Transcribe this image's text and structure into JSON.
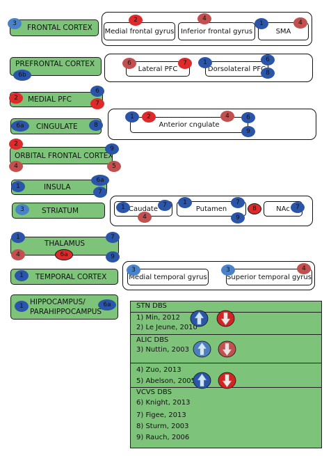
{
  "regions": {
    "frontal_cortex": "FRONTAL CORTEX",
    "prefrontal_cortex": "PREFRONTAL CORTEX",
    "medial_pfc": "MEDIAL PFC",
    "cingulate": "CINGULATE",
    "orbital_frontal_cortex": "ORBITAL FRONTAL CORTEX",
    "insula": "INSULA",
    "striatum": "STRIATUM",
    "thalamus": "THALAMUS",
    "temporal_cortex": "TEMPORAL CORTEX",
    "hippocampus_line1": "HIPPOCAMPUS/",
    "hippocampus_line2": "PARAHIPPOCAMPUS"
  },
  "subregions": {
    "medial_frontal_gyrus": "Medial frontal gyrus",
    "inferior_frontal_gyrus": "Inferior frontal gyrus",
    "sma": "SMA",
    "lateral_pfc": "Lateral PFC",
    "dorsolateral_pfc": "Dorsolateral PFC",
    "anterior_cingulate": "Anterior cngulate",
    "caudate": "Caudate",
    "putamen": "Putamen",
    "nac": "NAc",
    "medial_temporal_gyrus": "Medial temporal gyrus",
    "superior_temporal_gyrus": "Superior temporal gyrus"
  },
  "badges": {
    "n1": "1",
    "n2": "2",
    "n3": "3",
    "n4": "4",
    "n5": "5",
    "n6": "6",
    "n6a": "6a",
    "n6b": "6b",
    "n7": "7",
    "n8": "8",
    "n9": "9"
  },
  "colors": {
    "region_green": "#7dc47a",
    "badge_blue": "#2b55a8",
    "badge_red": "#de2a2a",
    "badge_dark_red": "#c1504f",
    "badge_light_blue": "#4a82c8"
  },
  "legend": {
    "stn_header": "STN DBS",
    "stn_1": "1) Min, 2012",
    "stn_2": "2) Le Jeune, 2010",
    "alic_header": "ALIC DBS",
    "alic_3": "3) Nuttin, 2003",
    "alic_4": "4) Zuo, 2013",
    "alic_5": "5) Abelson, 2005",
    "vcvs_header": "VCVS DBS",
    "vcvs_6": "6) Knight, 2013",
    "vcvs_7": "7) Figee, 2013",
    "vcvs_8": "8) Sturm, 2003",
    "vcvs_9": "9) Rauch, 2006",
    "arrow_icons": [
      "arrow-up-icon",
      "arrow-down-icon"
    ]
  }
}
